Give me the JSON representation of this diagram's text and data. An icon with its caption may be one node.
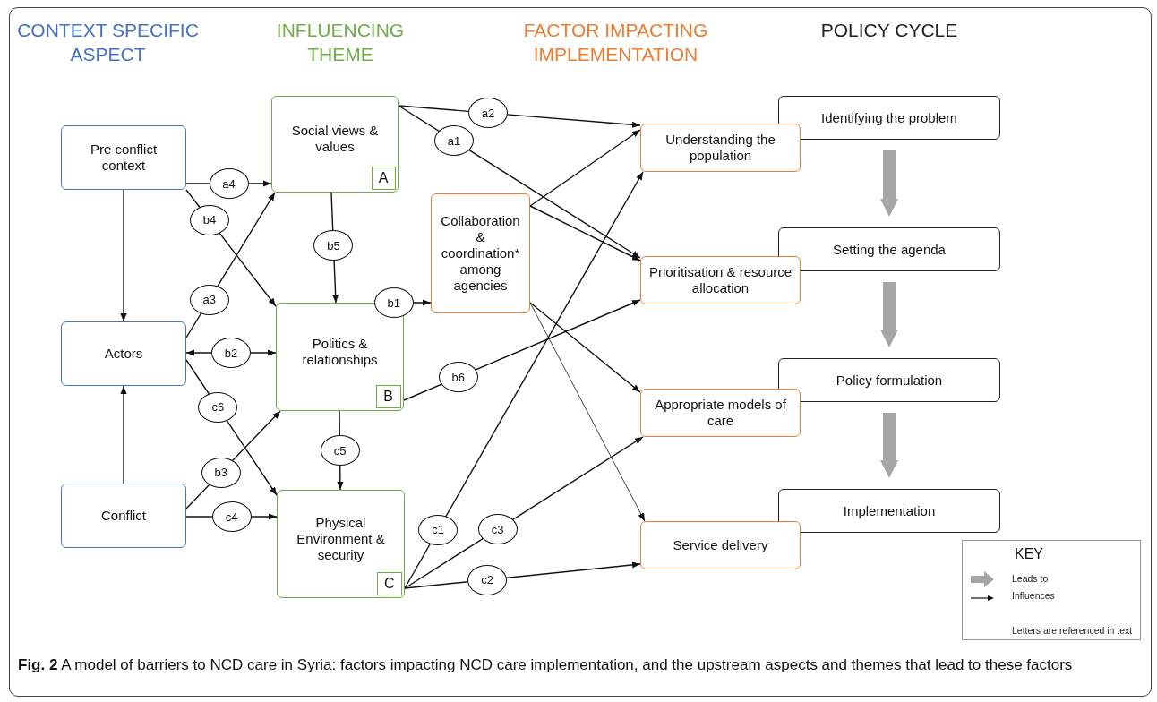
{
  "diagram": {
    "caption": "**Fig. 2** A model of barriers to NCD care in Syria: factors impacting NCD care implementation, and the upstream aspects and themes that lead to these factors",
    "nodes": [
      {
        "text": [
          "Pre conflict context"
        ]
      },
      {
        "text": [
          "Actors"
        ]
      },
      {
        "text": [
          "Conflict"
        ]
      },
      {
        "text": [
          "Social views & values"
        ]
      },
      {
        "text": [
          "A"
        ],
        "in": 3
      },
      {
        "text": [
          "Politics & relationships"
        ]
      },
      {
        "text": [
          "B"
        ],
        "in": 5
      },
      {
        "text": [
          "Physical Environment & security"
        ]
      },
      {
        "text": [
          "C"
        ],
        "in": 7
      },
      {
        "text": [
          "Collaboration & coordination* among agencies"
        ]
      },
      {
        "text": [
          "Understanding the population"
        ]
      },
      {
        "text": [
          "Prioritisation & resource allocation"
        ]
      },
      {
        "text": [
          "Appropriate models of care"
        ]
      },
      {
        "text": [
          "Service delivery"
        ]
      },
      {
        "text": [
          "Identifying the problem"
        ]
      },
      {
        "text": [
          "Setting the agenda"
        ]
      },
      {
        "text": [
          "Policy formulation"
        ]
      },
      {
        "text": [
          "Implementation"
        ]
      }
    ],
    "edges": [
      {
        "from": 0,
        "to": 1,
        "arrow": "to"
      },
      {
        "from": 2,
        "to": 1,
        "arrow": "to"
      },
      {
        "from": 0,
        "to": 3,
        "arrow": "to",
        "label": "a4"
      },
      {
        "from": 0,
        "to": 5,
        "arrow": "to",
        "label": "b4"
      },
      {
        "from": 1,
        "to": 3,
        "arrow": "to",
        "label": "a3"
      },
      {
        "from": 1,
        "to": 5,
        "arrow": "both",
        "label": "b2"
      },
      {
        "from": 1,
        "to": 7,
        "arrow": "to",
        "label": "c6"
      },
      {
        "from": 2,
        "to": 5,
        "arrow": "to",
        "label": "b3"
      },
      {
        "from": 2,
        "to": 7,
        "arrow": "to",
        "label": "c4"
      },
      {
        "from": 3,
        "to": 5,
        "arrow": "to",
        "label": "b5"
      },
      {
        "from": 5,
        "to": 7,
        "arrow": "to",
        "label": "c5"
      },
      {
        "from": 5,
        "to": 9,
        "arrow": "to",
        "label": "b1"
      },
      {
        "from": 3,
        "to": 10,
        "arrow": "to",
        "label": "a2"
      },
      {
        "from": 3,
        "to": 11,
        "arrow": "to",
        "label": "a1"
      },
      {
        "from": 9,
        "to": 10,
        "arrow": "to"
      },
      {
        "from": 9,
        "to": 11,
        "arrow": "to"
      },
      {
        "from": 9,
        "to": 12,
        "arrow": "to"
      },
      {
        "from": 9,
        "to": 13,
        "arrow": "to"
      },
      {
        "from": 5,
        "to": 11,
        "arrow": "to",
        "label": "b6"
      },
      {
        "from": 7,
        "to": 10,
        "arrow": "to",
        "label": "c1"
      },
      {
        "from": 7,
        "to": 12,
        "arrow": "to",
        "label": "c3"
      },
      {
        "from": 7,
        "to": 13,
        "arrow": "to",
        "label": "c2"
      },
      {
        "from": 14,
        "to": 15,
        "arrow": "to",
        "style": "thick",
        "color": "#a6a6a6"
      },
      {
        "from": 15,
        "to": 16,
        "arrow": "to",
        "style": "thick",
        "color": "#a6a6a6"
      },
      {
        "from": 16,
        "to": 17,
        "arrow": "to",
        "style": "thick",
        "color": "#a6a6a6"
      }
    ],
    "labels": [
      "CONTEXT SPECIFIC ASPECT",
      "INFLUENCING THEME",
      "FACTOR IMPACTING IMPLEMENTATION",
      "POLICY CYCLE",
      "KEY",
      "Letters are referenced in text"
    ],
    "legend": [
      {
        "text": "Leads to"
      },
      {
        "text": "Influences"
      }
    ]
  }
}
